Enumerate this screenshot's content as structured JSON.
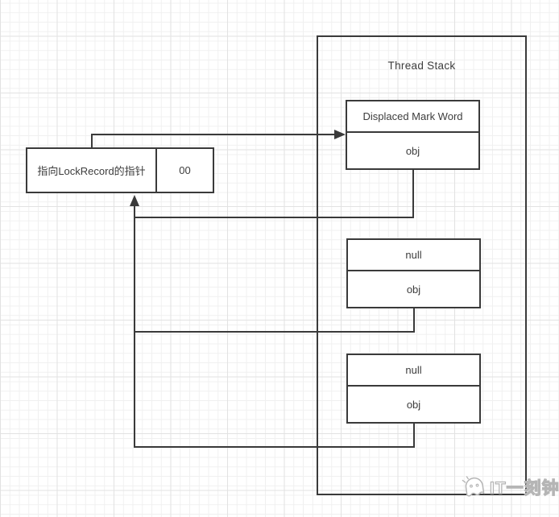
{
  "diagram": {
    "thread_stack": {
      "title": "Thread Stack"
    },
    "frames": [
      {
        "top": "Displaced Mark Word",
        "bottom": "obj"
      },
      {
        "top": "null",
        "bottom": "obj"
      },
      {
        "top": "null",
        "bottom": "obj"
      }
    ],
    "lock_record_box": {
      "pointer_label": "指向LockRecord的指针",
      "tag_label": "00"
    },
    "connections": [
      "lock-record-box-to-displaced-mark-word",
      "frame1-obj-to-lock-record-box",
      "frame2-obj-to-lock-record-box",
      "frame3-obj-to-lock-record-box"
    ]
  },
  "watermark": {
    "text": "IT一刻钟",
    "icon": "ghost-mascot-icon"
  },
  "colors": {
    "line": "#3a3a3a",
    "text": "#3d3d3d",
    "box_fill": "#ffffff",
    "grid_minor": "#f0f0f0",
    "grid_major": "#e2e2e2",
    "watermark": "#b5b5b5"
  }
}
